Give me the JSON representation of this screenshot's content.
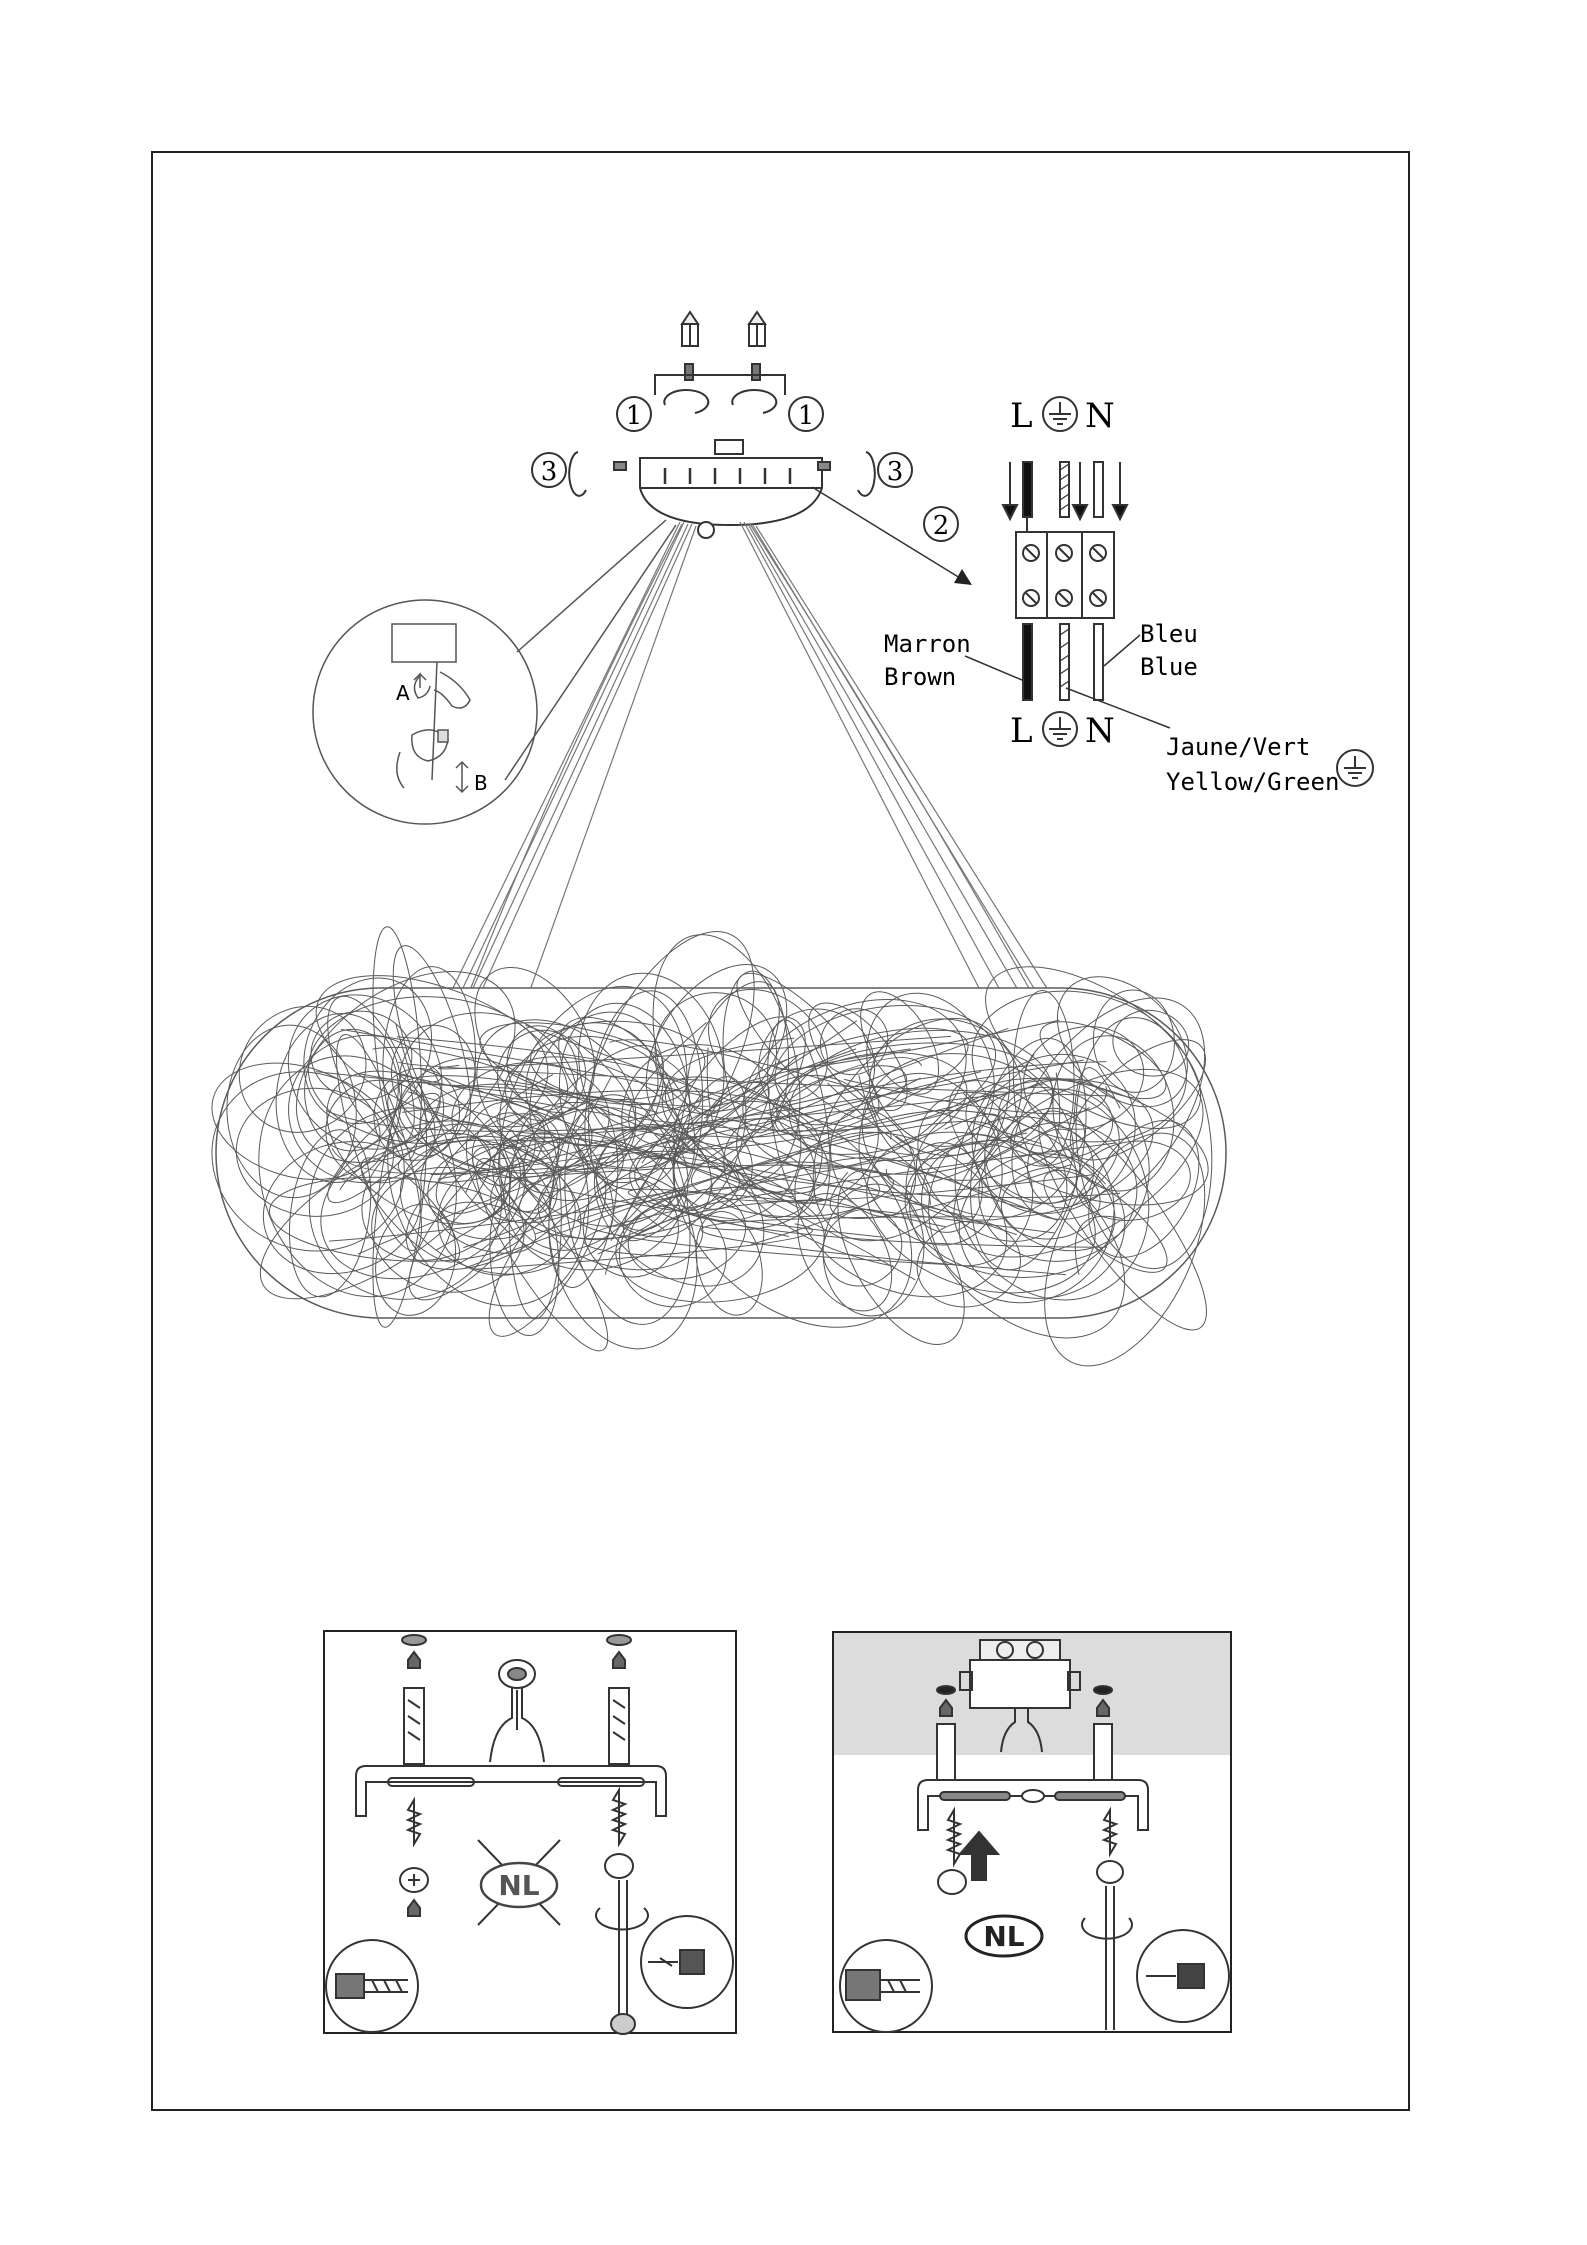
{
  "steps": {
    "step1_left": "1",
    "step1_right": "1",
    "step2": "2",
    "step3_left": "3",
    "step3_right": "3"
  },
  "terminal": {
    "top_L": "L",
    "top_N": "N",
    "bottom_L": "L",
    "bottom_N": "N"
  },
  "wires": {
    "brown_fr": "Marron",
    "brown_en": "Brown",
    "blue_fr": "Bleu",
    "blue_en": "Blue",
    "earth_fr": "Jaune/Vert",
    "earth_en": "Yellow/Green"
  },
  "detail": {
    "label_a": "A",
    "label_b": "B"
  },
  "panels": {
    "left_badge": "NL",
    "right_badge": "NL"
  },
  "icons": {
    "earth": "earth-ground-icon",
    "rotate": "rotate-arrow-icon"
  },
  "colors": {
    "line": "#333333",
    "wire_mesh": "#5a5a5a",
    "frame": "#222222",
    "ceiling_gray": "#dcdcdc"
  }
}
